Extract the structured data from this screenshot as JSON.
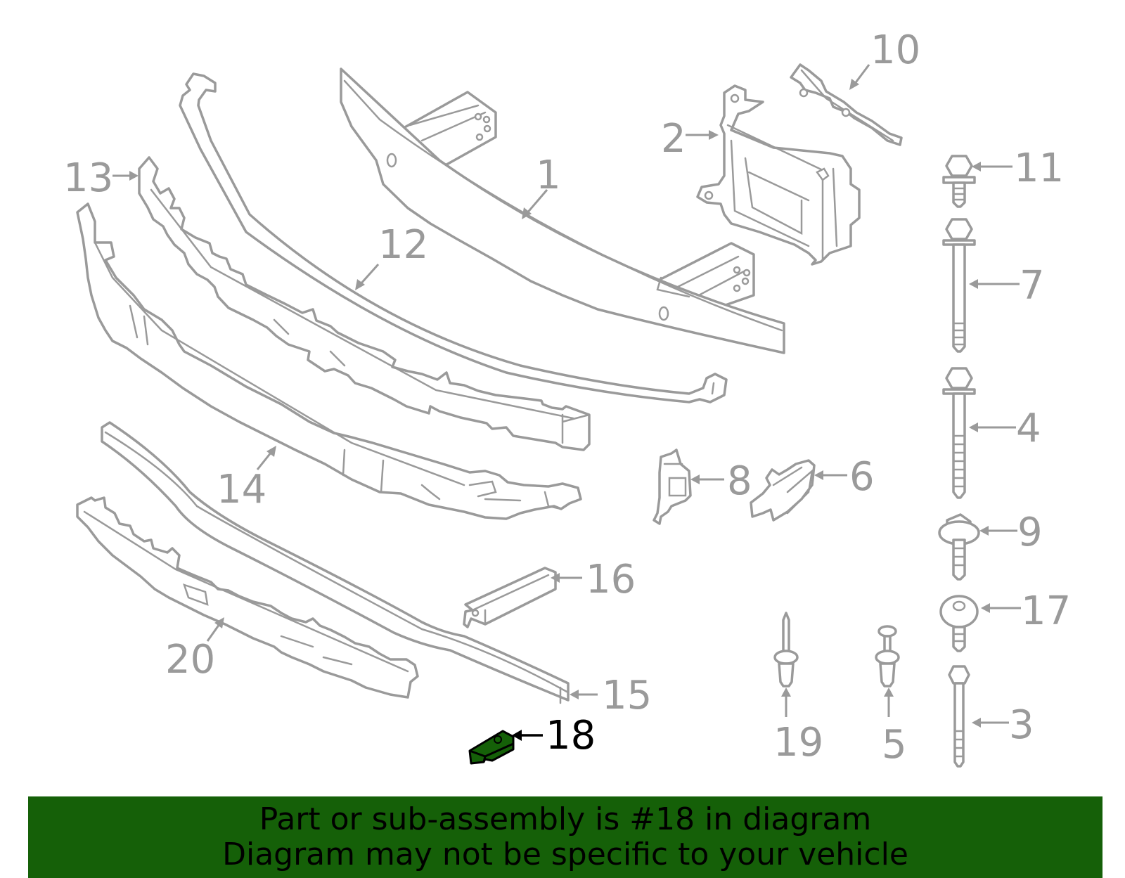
{
  "diagram": {
    "highlight_color": "#156008",
    "line_color": "#9a9a9a",
    "highlighted_callout": "18",
    "callouts": {
      "c1": "1",
      "c2": "2",
      "c3": "3",
      "c4": "4",
      "c5": "5",
      "c6": "6",
      "c7": "7",
      "c8": "8",
      "c9": "9",
      "c10": "10",
      "c11": "11",
      "c12": "12",
      "c13": "13",
      "c14": "14",
      "c15": "15",
      "c16": "16",
      "c17": "17",
      "c18": "18",
      "c19": "19",
      "c20": "20"
    }
  },
  "banner": {
    "background": "#156008",
    "line1": "Part or sub-assembly is #18 in diagram",
    "line2": "Diagram may not be specific to your vehicle"
  }
}
